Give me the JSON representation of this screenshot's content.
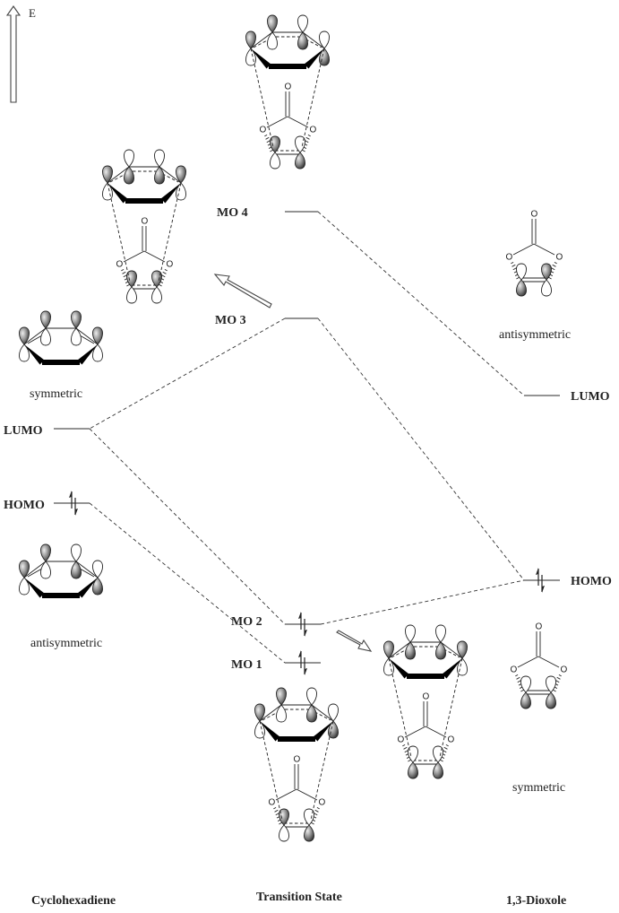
{
  "energy_axis": {
    "label": "E",
    "icon": "hollow-up-arrow"
  },
  "columns": {
    "left": {
      "title": "Cyclohexadiene"
    },
    "middle": {
      "title": "Transition State"
    },
    "right": {
      "title": "1,3-Dioxole"
    }
  },
  "levels": {
    "cyclohexadiene_lumo": {
      "label": "LUMO",
      "electrons": 0
    },
    "cyclohexadiene_homo": {
      "label": "HOMO",
      "electrons": 2
    },
    "mo4": {
      "label": "MO 4",
      "electrons": 0
    },
    "mo3": {
      "label": "MO 3",
      "electrons": 0
    },
    "mo2": {
      "label": "MO 2",
      "electrons": 2
    },
    "mo1": {
      "label": "MO 1",
      "electrons": 2
    },
    "dioxole_lumo": {
      "label": "LUMO",
      "electrons": 0
    },
    "dioxole_homo": {
      "label": "HOMO",
      "electrons": 2
    }
  },
  "orbital_captions": {
    "cyclohexadiene_lumo": "symmetric",
    "cyclohexadiene_homo": "antisymmetric",
    "dioxole_lumo": "antisymmetric",
    "dioxole_homo": "symmetric"
  },
  "atoms": {
    "oxygen": "O"
  },
  "colors": {
    "lobe_dark": "#3a3a3a",
    "lobe_light": "#e8e8e8",
    "line": "#555555"
  }
}
